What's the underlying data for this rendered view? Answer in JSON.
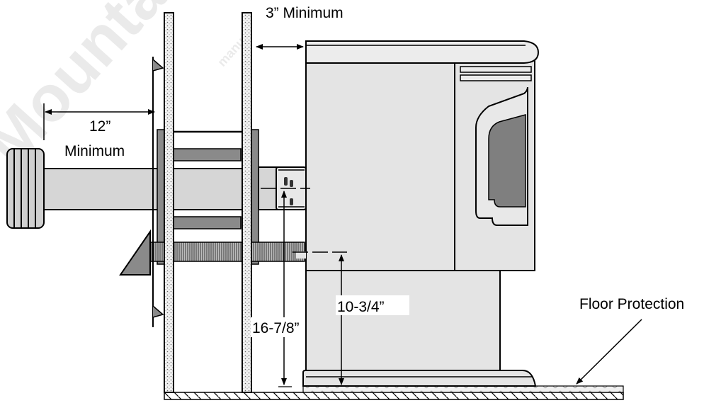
{
  "watermark": {
    "text": "Mountain",
    "small_text": "manual"
  },
  "labels": {
    "clearance_top": "3” Minimum",
    "clearance_left_line1": "12”",
    "clearance_left_line2": "Minimum",
    "height_pipe": "16-7/8”",
    "height_air": "10-3/4”",
    "floor": "Floor Protection"
  },
  "colors": {
    "line": "#000000",
    "pipe_fill": "#d6d6d6",
    "dark_fill": "#7f7f7f",
    "wall_fill": "#ececec",
    "body_fill": "#e4e4e4"
  }
}
